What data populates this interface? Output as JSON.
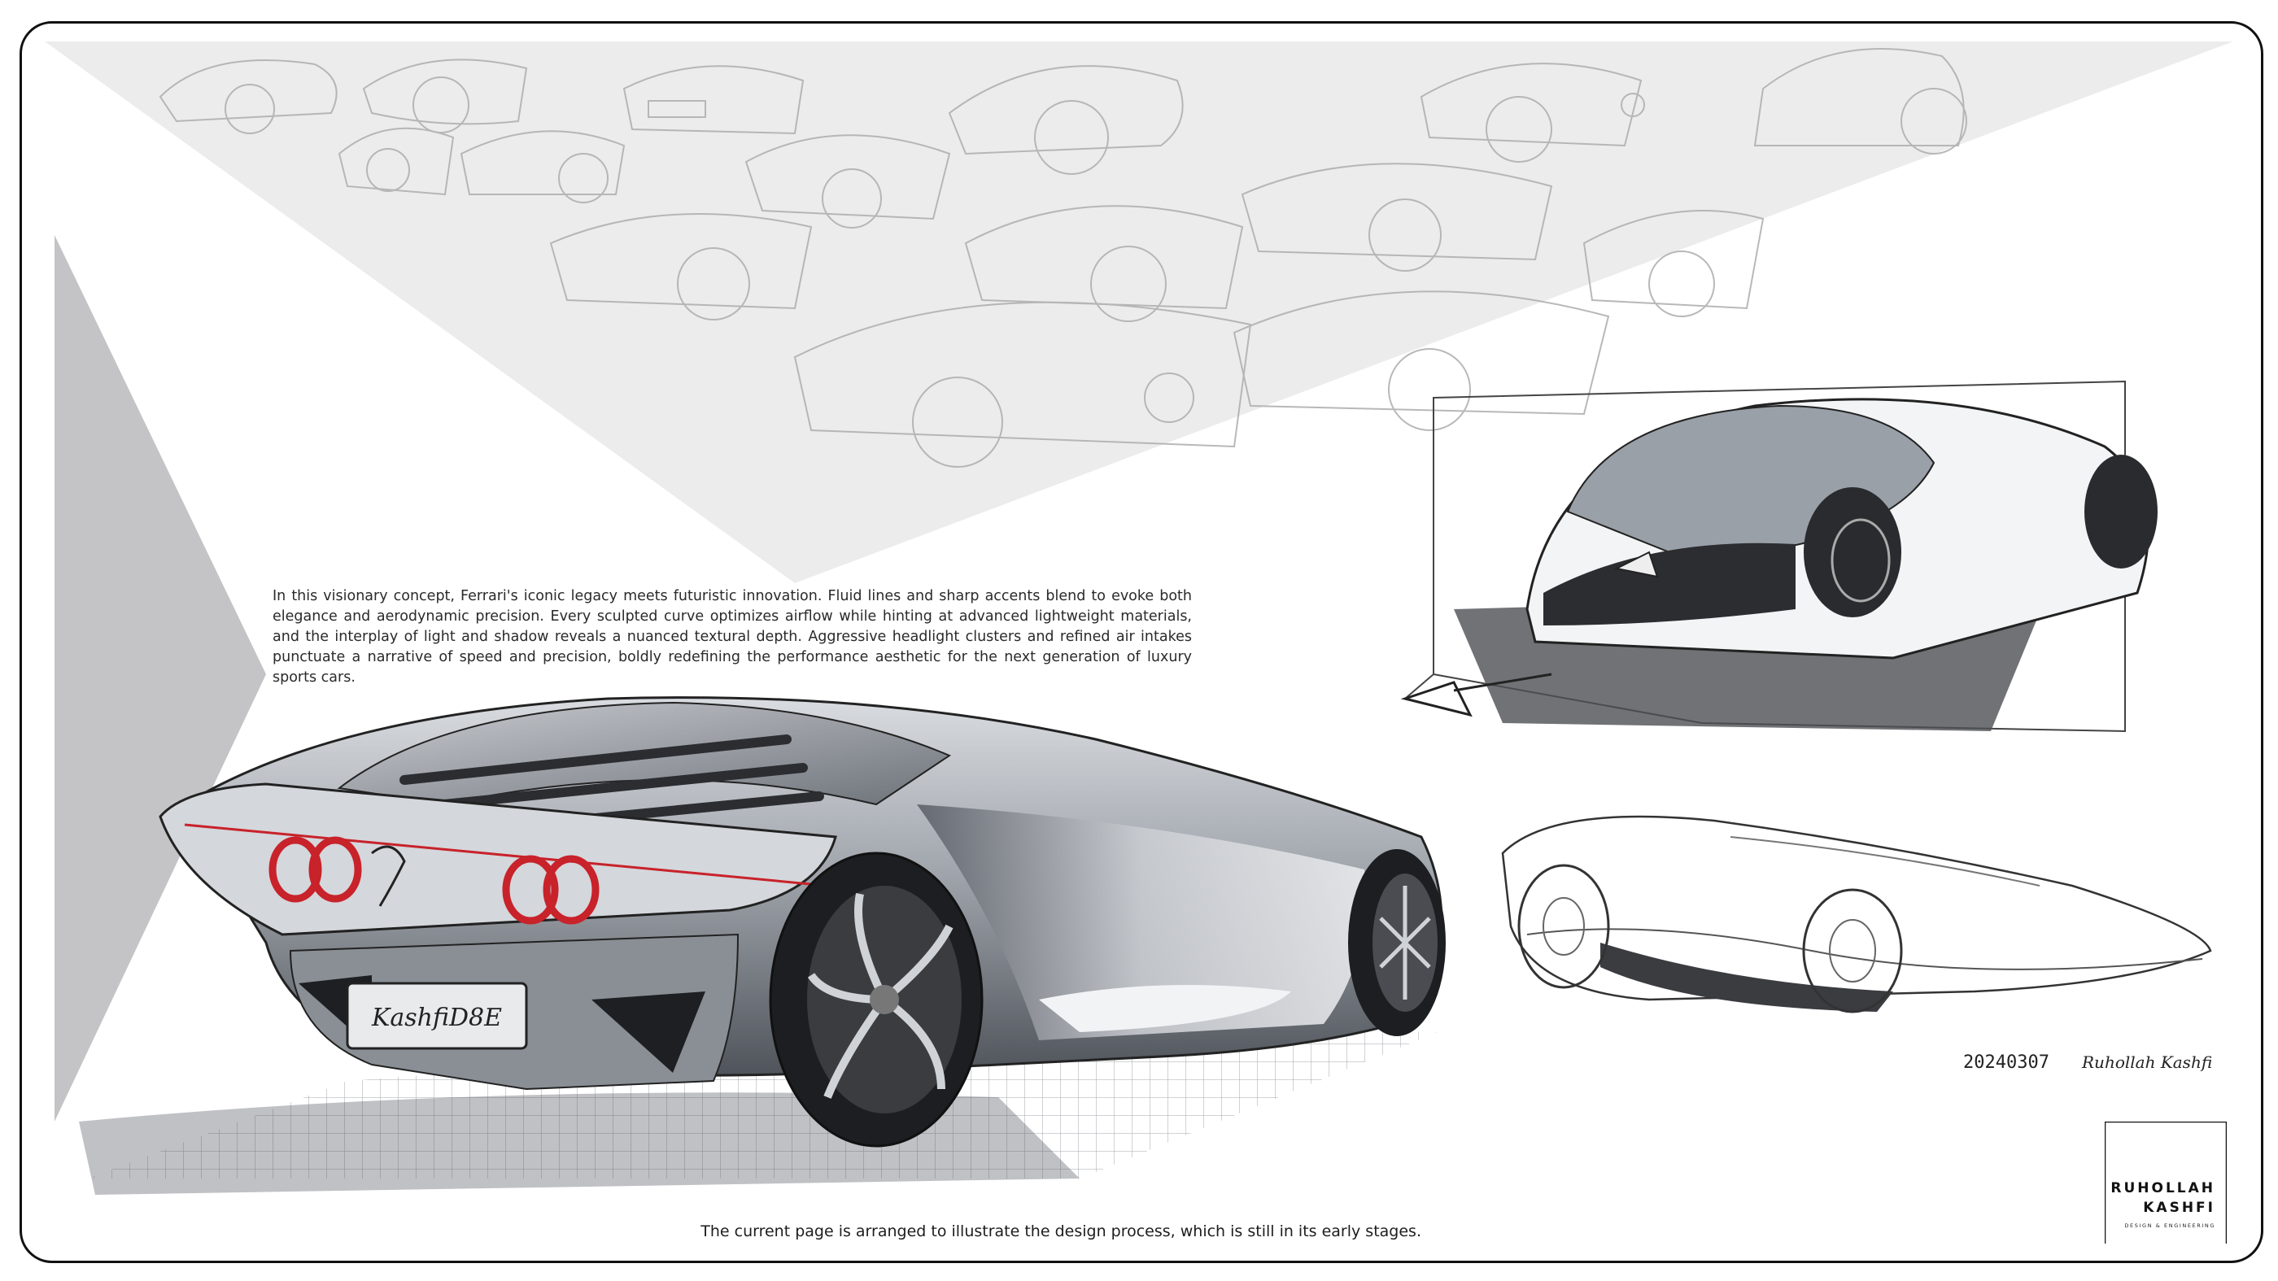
{
  "board": {
    "description": "In this visionary concept, Ferrari's iconic legacy meets futuristic innovation. Fluid lines and sharp accents blend to evoke both elegance and aerodynamic precision. Every sculpted curve optimizes airflow while hinting at advanced lightweight materials, and the interplay of light and shadow reveals a nuanced textural depth. Aggressive headlight clusters and refined air intakes punctuate a narrative of speed and precision, boldly redefining the performance aesthetic for the next generation of luxury sports cars.",
    "footer_note": "The current page is arranged to illustrate the design process, which is still in its early stages.",
    "plate_text": "KashfiD8E"
  },
  "signature": {
    "date": "20240307",
    "name": "Ruhollah Kashfi"
  },
  "logo": {
    "name_line1": "RUHOLLAH",
    "name_line2": "KASHFI",
    "subtitle": "DESIGN & ENGINEERING"
  },
  "colors": {
    "frame": "#111111",
    "triangle_top": "#ececec",
    "triangle_left": "#c4c4c6",
    "tail_light": "#c8222a",
    "body_silver": "#9aa0a8"
  }
}
